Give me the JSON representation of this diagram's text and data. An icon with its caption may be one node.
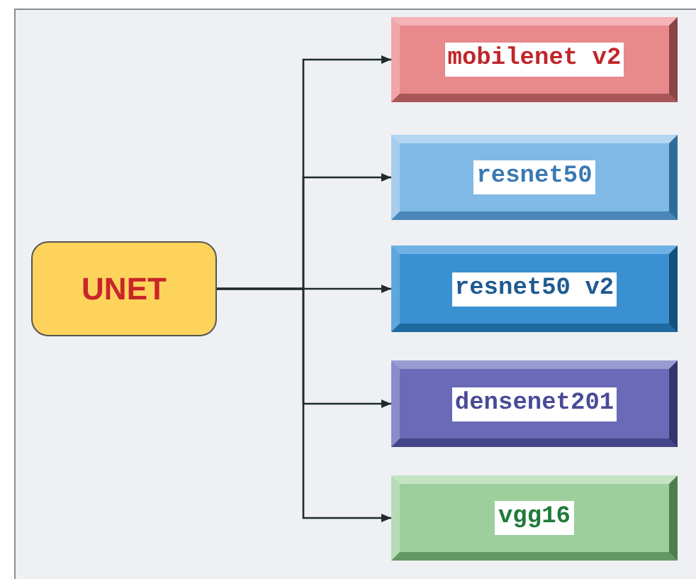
{
  "diagram": {
    "nodes": [
      {
        "text": [
          "UNET"
        ]
      },
      {
        "text": [
          "mobilenet v2"
        ]
      },
      {
        "text": [
          "resnet50"
        ]
      },
      {
        "text": [
          "resnet50 v2"
        ]
      },
      {
        "text": [
          "densenet201"
        ]
      },
      {
        "text": [
          "vgg16"
        ]
      }
    ],
    "edges": [
      {
        "from": 0,
        "to": 1,
        "arrow": "to"
      },
      {
        "from": 0,
        "to": 2,
        "arrow": "to"
      },
      {
        "from": 0,
        "to": 3,
        "arrow": "to"
      },
      {
        "from": 0,
        "to": 4,
        "arrow": "to"
      },
      {
        "from": 0,
        "to": 5,
        "arrow": "to"
      }
    ]
  }
}
